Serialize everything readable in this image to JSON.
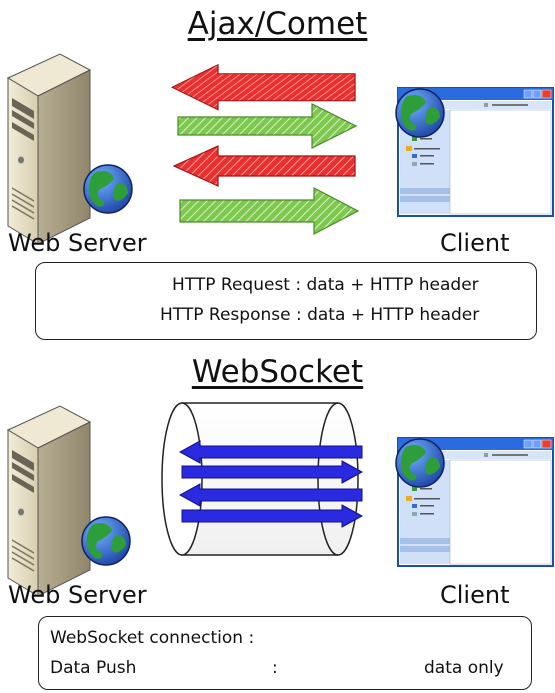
{
  "section_ajax": {
    "title": "Ajax/Comet",
    "server_label": "Web Server",
    "client_label": "Client"
  },
  "legend_ajax": {
    "request": "HTTP Request : data + HTTP header",
    "response": "HTTP Response : data + HTTP header"
  },
  "section_websocket": {
    "title": "WebSocket",
    "server_label": "Web Server",
    "client_label": "Client"
  },
  "legend_websocket": {
    "connection_label": "WebSocket connection :",
    "push_label": "Data Push",
    "push_colon": ":",
    "push_note": "data only"
  },
  "colors": {
    "request": "#e83030",
    "response": "#7ec850",
    "push": "#2a2ae0"
  },
  "icons": [
    "server-icon",
    "globe-icon",
    "client-window-icon"
  ]
}
